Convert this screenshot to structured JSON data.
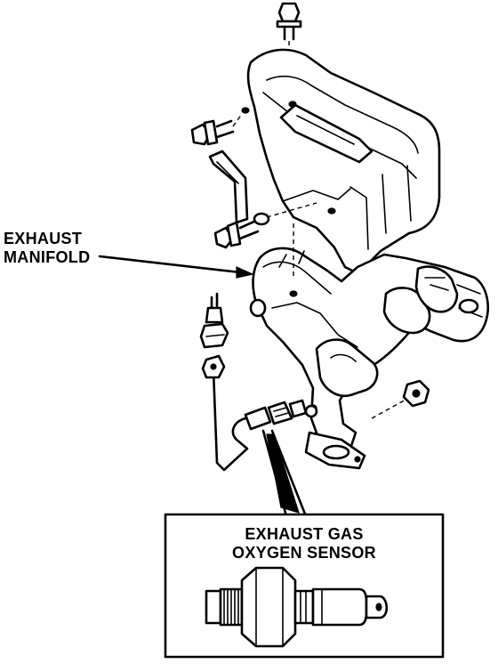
{
  "labels": {
    "manifold_line1": "EXHAUST",
    "manifold_line2": "MANIFOLD",
    "sensor_line1": "EXHAUST GAS",
    "sensor_line2": "OXYGEN SENSOR"
  }
}
